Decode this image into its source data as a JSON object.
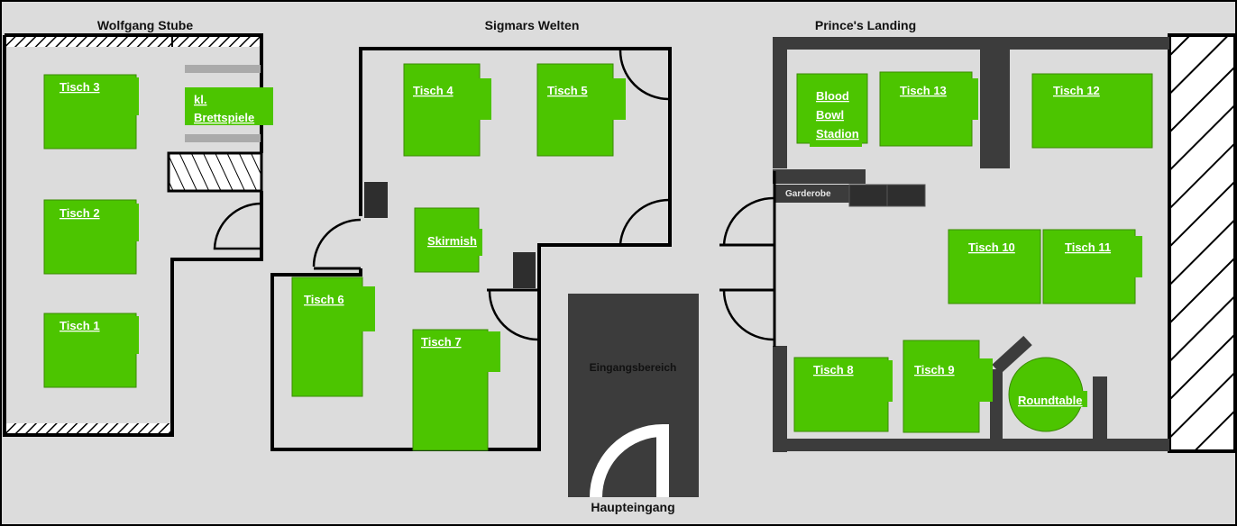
{
  "rooms": {
    "wolfgang": "Wolfgang Stube",
    "sigmar": "Sigmars Welten",
    "prince": "Prince's Landing"
  },
  "tables": {
    "t1": "Tisch 1",
    "t2": "Tisch 2",
    "t3": "Tisch 3",
    "t4": "Tisch 4",
    "t5": "Tisch 5",
    "t6": "Tisch 6",
    "t7": "Tisch 7",
    "t8": "Tisch 8",
    "t9": "Tisch 9",
    "t10": "Tisch 10",
    "t11": "Tisch 11",
    "t12": "Tisch 12",
    "t13": "Tisch 13",
    "brettspiele_line1": "kl.",
    "brettspiele_line2": "Brettspiele",
    "skirmish": "Skirmish",
    "bloodbowl_line1": "Blood",
    "bloodbowl_line2": "Bowl",
    "bloodbowl_line3": "Stadion",
    "roundtable": "Roundtable"
  },
  "areas": {
    "garderobe": "Garderobe",
    "eingangsbereich": "Eingangsbereich",
    "haupteingang": "Haupteingang"
  },
  "colors": {
    "background": "#dcdcdc",
    "table": "#4cc500",
    "wall": "#000000",
    "dark_block": "#3c3c3c",
    "shelf": "#aaaaaa"
  }
}
